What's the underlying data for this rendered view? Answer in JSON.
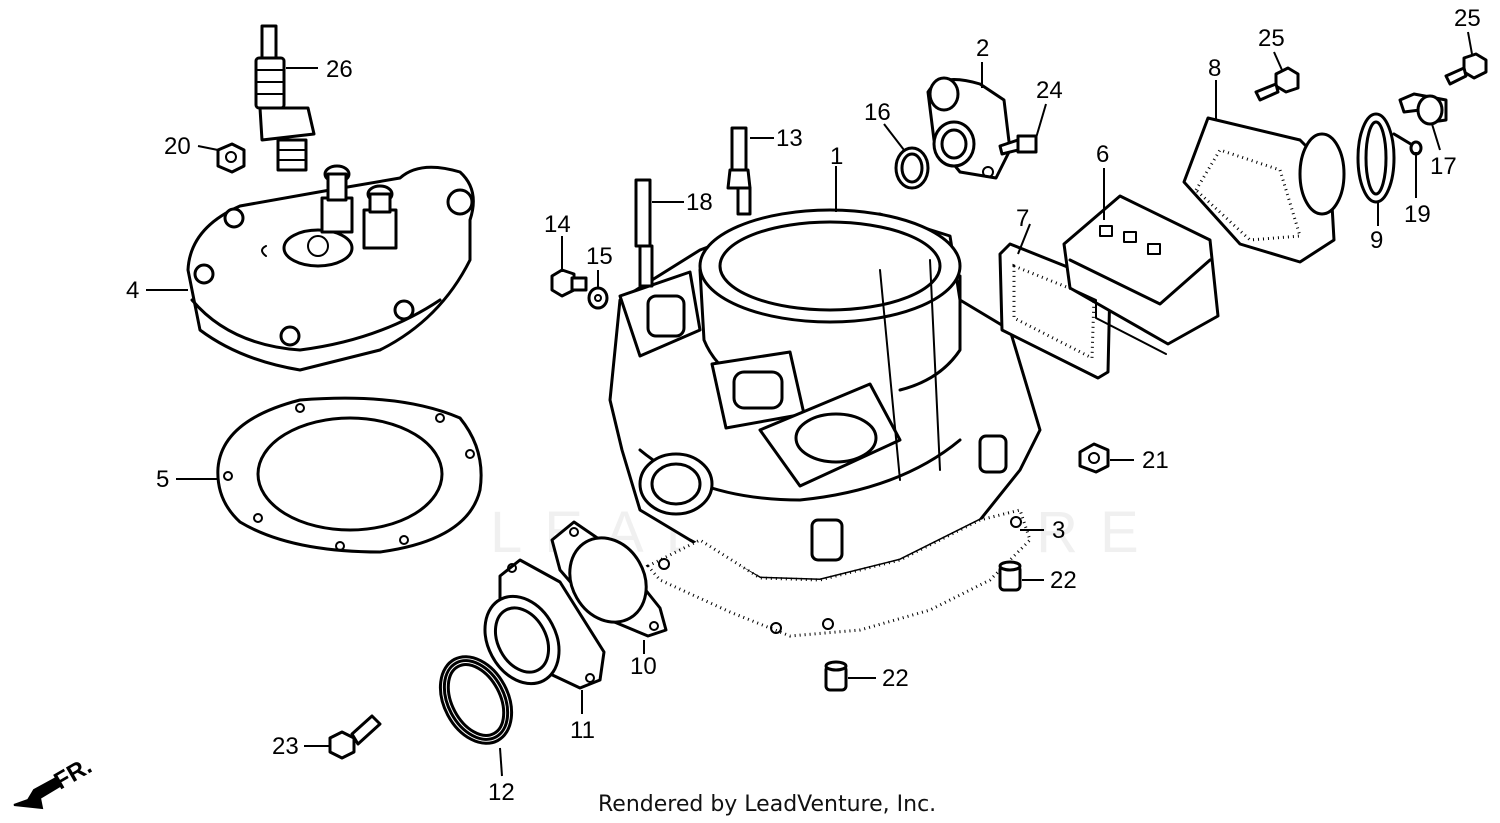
{
  "diagram": {
    "watermark": "LEADVENTURE",
    "direction_marker": "FR.",
    "footer": "Rendered by LeadVenture, Inc.",
    "callouts": {
      "c1": "1",
      "c2": "2",
      "c3": "3",
      "c4": "4",
      "c5": "5",
      "c6": "6",
      "c7": "7",
      "c8": "8",
      "c9": "9",
      "c10": "10",
      "c11": "11",
      "c12": "12",
      "c13": "13",
      "c14": "14",
      "c15": "15",
      "c16": "16",
      "c17": "17",
      "c18": "18",
      "c19": "19",
      "c20": "20",
      "c21": "21",
      "c22a": "22",
      "c22b": "22",
      "c23": "23",
      "c24": "24",
      "c25a": "25",
      "c25b": "25",
      "c26": "26"
    }
  }
}
